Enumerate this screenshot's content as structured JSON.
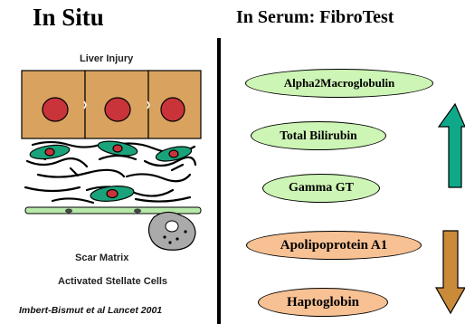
{
  "titles": {
    "in_situ": "In Situ",
    "in_serum": "In Serum: FibroTest"
  },
  "illustration": {
    "liver_injury": "Liver Injury",
    "scar_matrix": "Scar Matrix",
    "activated_stellate_cells": "Activated Stellate Cells",
    "citation": "Imbert-Bismut et al  Lancet 2001"
  },
  "markers_up": [
    {
      "label": "Alpha2Macroglobulin"
    },
    {
      "label": "Total Bilirubin"
    },
    {
      "label": "Gamma GT"
    }
  ],
  "markers_down": [
    {
      "label": "Apolipoprotein A1"
    },
    {
      "label": "Haptoglobin"
    }
  ],
  "colors": {
    "hepatocyte": "#d9a35f",
    "nucleus": "#c8343a",
    "stellate_cell": "#1aa37a",
    "green_marker": "#cdf5b5",
    "orange_marker": "#f7c194",
    "up_arrow": "#0fa98a",
    "down_arrow": "#c98a3a"
  },
  "icons": {
    "up_arrow": "arrow-up-icon",
    "down_arrow": "arrow-down-icon"
  }
}
